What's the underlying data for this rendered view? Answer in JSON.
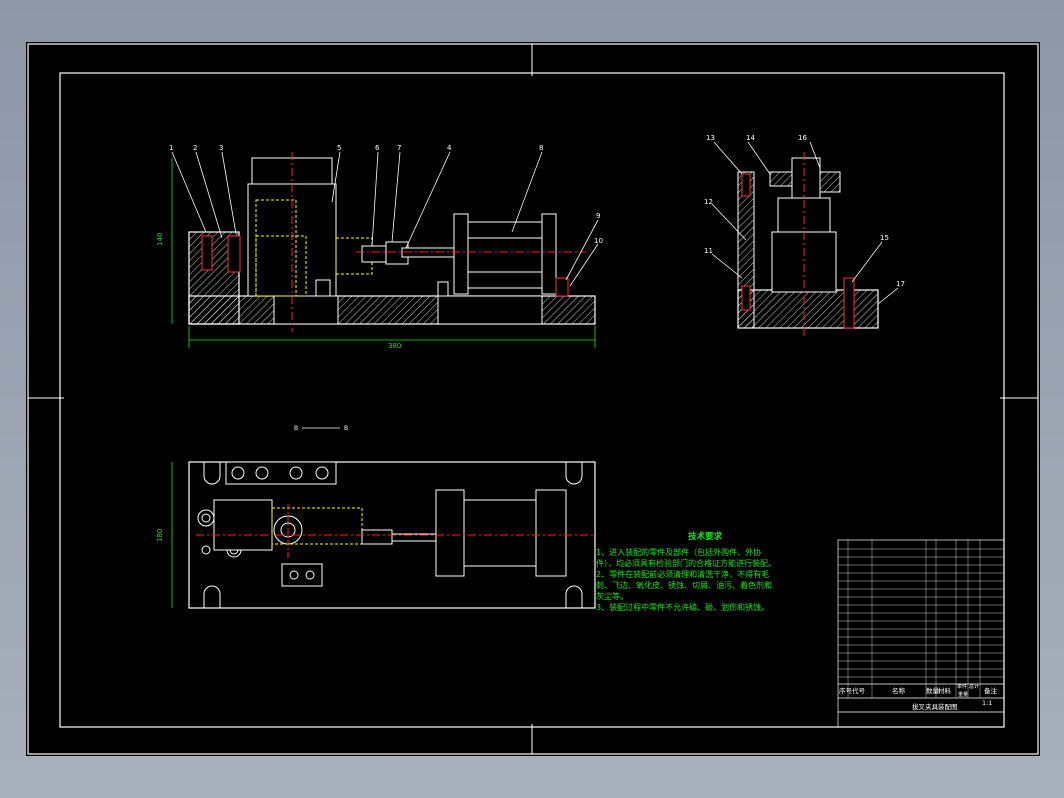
{
  "drawing": {
    "title": "拔叉夹具装配图",
    "scale": "1:1"
  },
  "balloons": [
    "1",
    "2",
    "3",
    "5",
    "6",
    "7",
    "4",
    "8",
    "9",
    "10",
    "13",
    "14",
    "16",
    "12",
    "11",
    "15",
    "17"
  ],
  "dims": {
    "height_front": "140",
    "width_front": "380",
    "height_top": "180",
    "section": "B"
  },
  "tech_req": {
    "title": "技术要求",
    "items": [
      "1、进入装配的零件及部件（包括外购件、外协件），均必须具有检验部门的合格证方能进行装配。",
      "2、零件在装配前必须清理和清洗干净，不得有毛刺、飞边、氧化皮、锈蚀、切屑、油污、着色剂和灰尘等。",
      "3、装配过程中零件不允许磕、碰、划伤和锈蚀。"
    ]
  },
  "title_block": {
    "header": [
      "序号",
      "代号",
      "名称",
      "数量",
      "材料",
      "单件",
      "总计",
      "备注"
    ],
    "mass_label": "重量"
  },
  "colors": {
    "background": "#000000",
    "border": "#ffffff",
    "geometry": "#ffffff",
    "hatch": "#ffffff",
    "dimension": "#19e619",
    "centerline": "#ff2020",
    "hidden": "#ffff00",
    "bolts": "#ff3030"
  }
}
